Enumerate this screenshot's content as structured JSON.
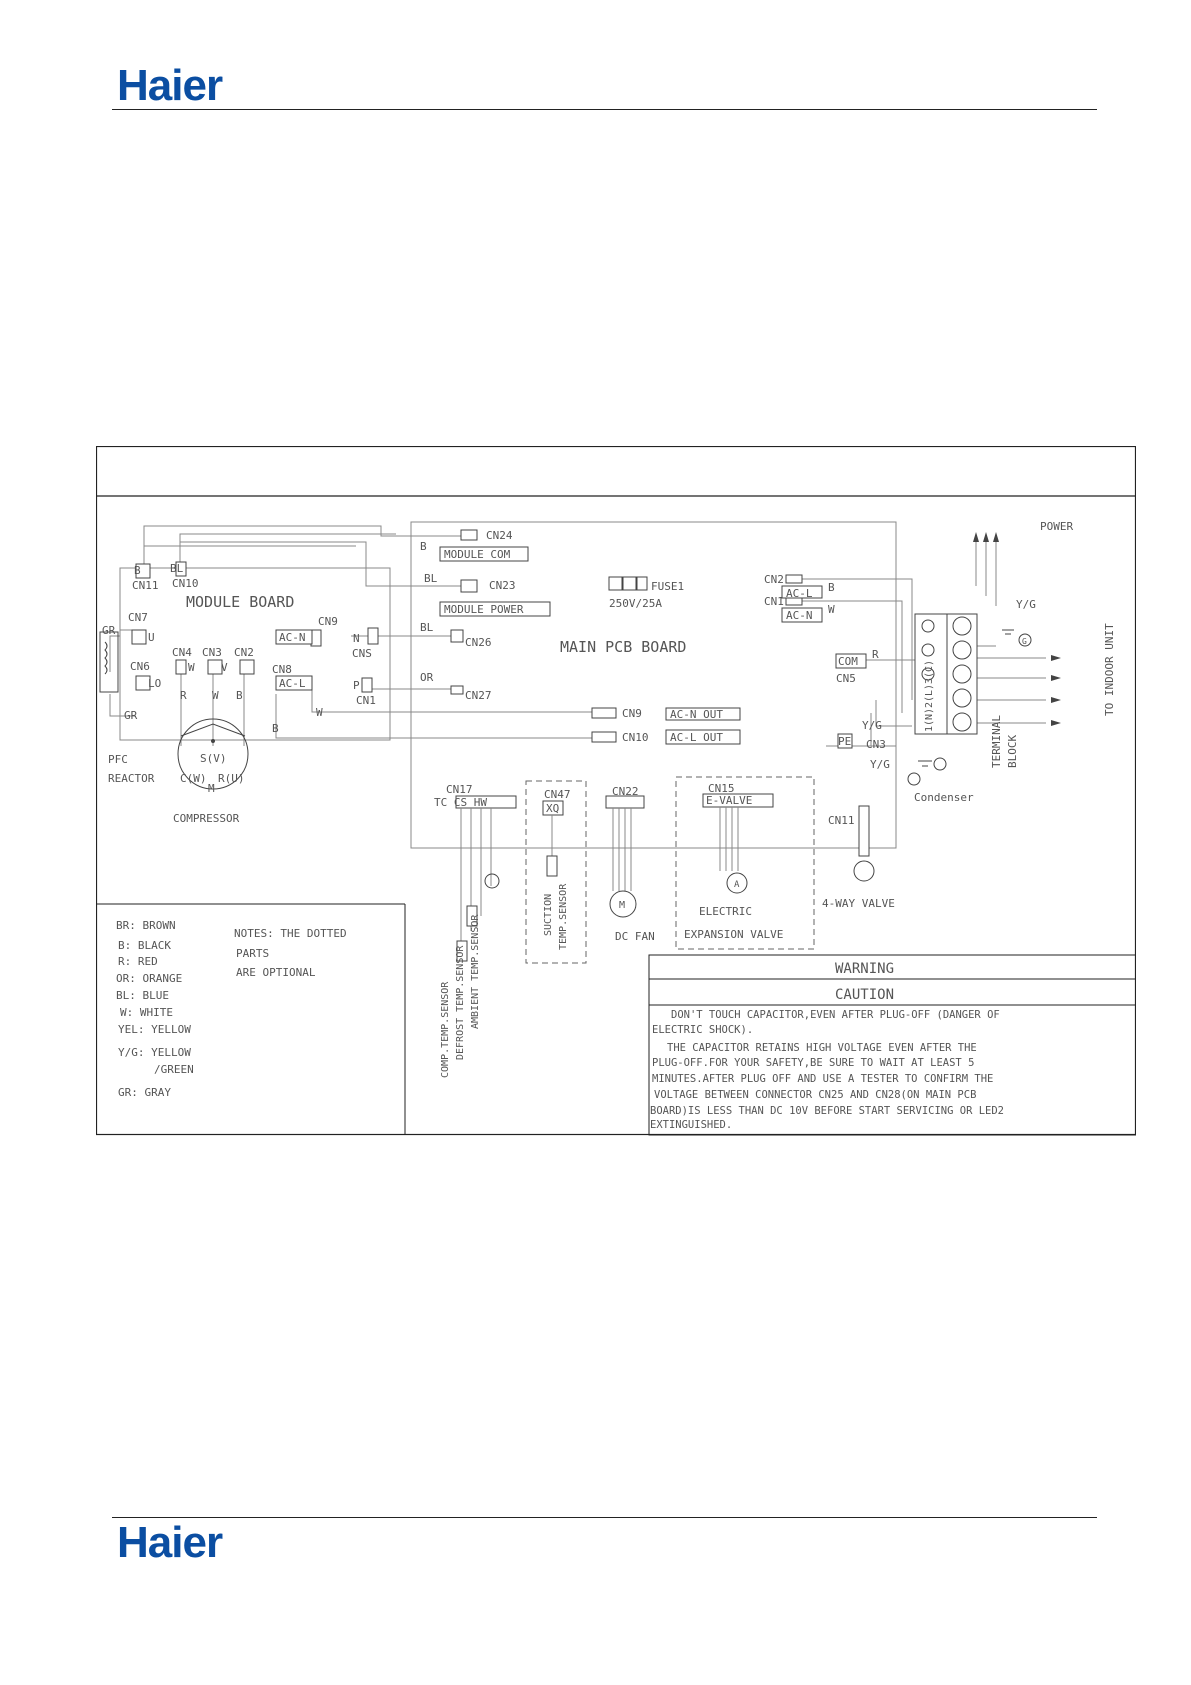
{
  "header": {
    "brand": "Haier"
  },
  "footer": {
    "brand": "Haier"
  },
  "labels": {
    "module_board": "MODULE BOARD",
    "main_pcb_board": "MAIN PCB BOARD",
    "cn24": "CN24",
    "module_com": "MODULE COM",
    "cn23": "CN23",
    "module_power": "MODULE POWER",
    "fuse1": "FUSE1",
    "fuse_rating": "250V/25A",
    "cn26": "CN26",
    "cn27": "CN27",
    "cn2_main": "CN2",
    "cn1_main": "CN1",
    "ac_l": "AC-L",
    "ac_n": "AC-N",
    "com": "COM",
    "cn5": "CN5",
    "b11": "B",
    "cn11": "CN11",
    "bl10": "BL",
    "cn10": "CN10",
    "cn7": "CN7",
    "u": "U",
    "cn6": "CN6",
    "lo": "LO",
    "cn4": "CN4",
    "cn3": "CN3",
    "cn2": "CN2",
    "w": "W",
    "v": "V",
    "cn9": "CN9",
    "mod_acn": "AC-N",
    "cn8": "CN8",
    "mod_acl": "AC-L",
    "n": "N",
    "cns": "CNS",
    "p": "P",
    "cn1": "CN1",
    "wire_b1": "B",
    "wire_bl1": "BL",
    "wire_bl2": "BL",
    "wire_or": "OR",
    "wire_gr1": "GR",
    "wire_gr2": "GR",
    "wire_r": "R",
    "wire_w": "W",
    "wire_b": "B",
    "wire_w2": "W",
    "wire_b2": "B",
    "wire_b3": "B",
    "wire_w3": "W",
    "wire_r2": "R",
    "pfc": "PFC",
    "reactor": "REACTOR",
    "s_v": "S(V)",
    "c_w": "C(W)",
    "r_u": "R(U)",
    "motor_m": "M",
    "compressor": "COMPRESSOR",
    "cn9_main": "CN9",
    "ac_n_out": "AC-N OUT",
    "cn10_main": "CN10",
    "ac_l_out": "AC-L OUT",
    "power": "POWER",
    "yg1": "Y/G",
    "g": "G",
    "t1": "1(N)",
    "t2": "2(L)",
    "t3": "3(C)",
    "to_indoor": "TO INDOOR UNIT",
    "terminal": "TERMINAL",
    "block": "BLOCK",
    "yg2": "Y/G",
    "pe": "PE",
    "cn3_main": "CN3",
    "yg3": "Y/G",
    "condenser": "Condenser",
    "cn17": "CN17",
    "tc_cs_hw": "TC CS HW",
    "cn47": "CN47",
    "xq": "XQ",
    "cn22": "CN22",
    "cn15": "CN15",
    "e_valve": "E-VALVE",
    "cn11_main": "CN11",
    "suction1": "SUCTION",
    "suction2": "TEMP.SENSOR",
    "comp_sensor": "COMP.TEMP.SENSOR",
    "defrost_sensor": "DEFROST TEMP.SENSOR",
    "ambient_sensor": "AMBIENT TEMP.SENSOR",
    "fan_m": "M",
    "dc_fan": "DC FAN",
    "valve_a": "A",
    "electric": "ELECTRIC",
    "expansion_valve": "EXPANSION VALVE",
    "four_way": "4-WAY VALVE"
  },
  "legend": [
    "BR: BROWN",
    "B:  BLACK",
    "R:  RED",
    "OR: ORANGE",
    "BL: BLUE",
    "W:  WHITE",
    "YEL: YELLOW",
    "Y/G: YELLOW",
    "/GREEN",
    "GR: GRAY"
  ],
  "notes": [
    "NOTES: THE DOTTED",
    "PARTS",
    "ARE OPTIONAL"
  ],
  "warning": {
    "title": "WARNING",
    "caution": "CAUTION",
    "lines": [
      "DON'T TOUCH CAPACITOR,EVEN AFTER PLUG-OFF (DANGER OF",
      "ELECTRIC SHOCK).",
      "THE CAPACITOR RETAINS HIGH VOLTAGE EVEN AFTER THE",
      "PLUG-OFF.FOR YOUR SAFETY,BE SURE TO WAIT AT LEAST 5",
      "MINUTES.AFTER PLUG OFF AND USE A TESTER TO CONFIRM THE",
      "VOLTAGE BETWEEN CONNECTOR CN25 AND CN28(ON MAIN PCB",
      "BOARD)IS LESS THAN DC 10V BEFORE START SERVICING OR LED2",
      "EXTINGUISHED."
    ]
  }
}
